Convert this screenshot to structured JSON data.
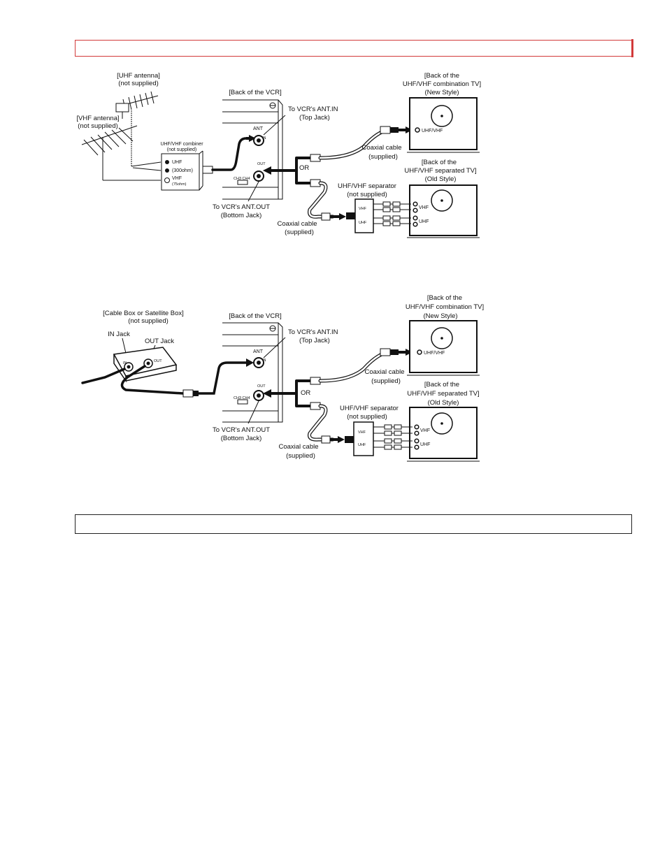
{
  "header_box": {
    "text": ""
  },
  "footer_box": {
    "text": ""
  },
  "diagram1": {
    "uhf_antenna": [
      "[UHF antenna]",
      "(not supplied)"
    ],
    "vhf_antenna": [
      "[VHF antenna]",
      "(not supplied)"
    ],
    "combiner": [
      "UHF/VHF combiner",
      "(not supplied)"
    ],
    "combiner_uhf": "UHF",
    "combiner_300": "(300ohm)",
    "combiner_vhf": "VHF",
    "combiner_75": "(75ohm)",
    "vcr_title": "[Back of the VCR]",
    "ant_label": "ANT",
    "in_label": "IN",
    "out_label": "OUT",
    "ch_label": "CH3  CH4",
    "ant_in": [
      "To VCR's ANT.IN",
      "(Top Jack)"
    ],
    "ant_out": [
      "To VCR's ANT.OUT",
      "(Bottom Jack)"
    ],
    "or": "OR",
    "tv_new": [
      "[Back of the",
      "UHF/VHF combination TV]",
      "(New Style)"
    ],
    "tv_new_jack": "UHF/VHF",
    "coax1": [
      "Coaxial cable",
      "(supplied)"
    ],
    "tv_old": [
      "[Back of the",
      "UHF/VHF separated TV]",
      "(Old Style)"
    ],
    "separator": [
      "UHF/VHF separator",
      "(not supplied)"
    ],
    "sep_vhf": "VHF",
    "sep_uhf": "UHF",
    "tv_old_vhf": "VHF",
    "tv_old_uhf": "UHF",
    "coax2": [
      "Coaxial cable",
      "(supplied)"
    ]
  },
  "diagram2": {
    "cable_box": [
      "[Cable Box or Satellite Box]",
      "(not supplied)"
    ],
    "in_jack": "IN Jack",
    "out_jack": "OUT Jack",
    "box_in": "IN",
    "box_out": "OUT",
    "vcr_title": "[Back of the VCR]",
    "ant_label": "ANT",
    "in_label": "IN",
    "out_label": "OUT",
    "ch_label": "CH3  CH4",
    "ant_in": [
      "To VCR's ANT.IN",
      "(Top Jack)"
    ],
    "ant_out": [
      "To VCR's ANT.OUT",
      "(Bottom Jack)"
    ],
    "or": "OR",
    "tv_new": [
      "[Back of the",
      "UHF/VHF combination TV]",
      "(New Style)"
    ],
    "tv_new_jack": "UHF/VHF",
    "coax1": [
      "Coaxial cable",
      "(supplied)"
    ],
    "tv_old": [
      "[Back of the",
      "UHF/VHF separated TV]",
      "(Old Style)"
    ],
    "separator": [
      "UHF/VHF separator",
      "(not supplied)"
    ],
    "sep_vhf": "VHF",
    "sep_uhf": "UHF",
    "tv_old_vhf": "VHF",
    "tv_old_uhf": "UHF",
    "coax2": [
      "Coaxial cable",
      "(supplied)"
    ]
  }
}
